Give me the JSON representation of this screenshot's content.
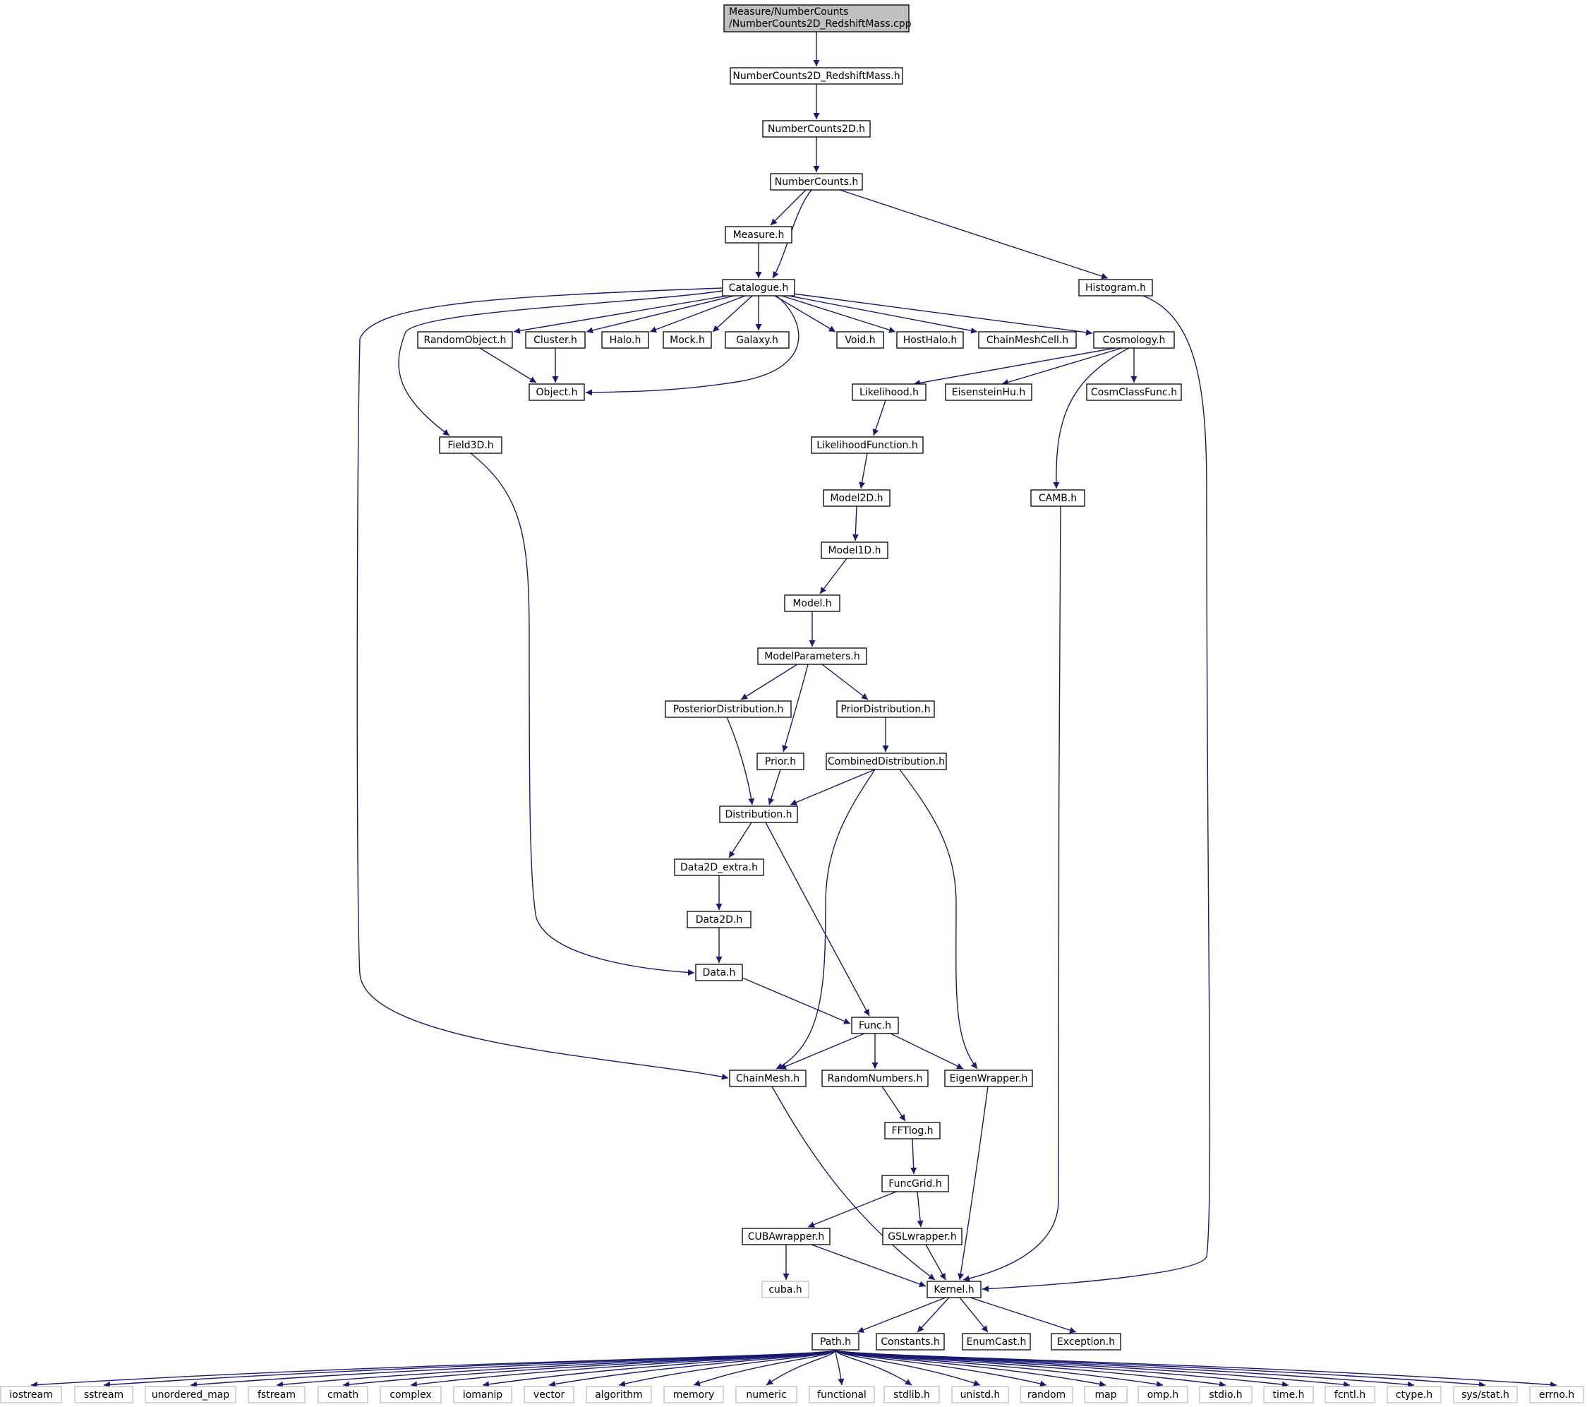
{
  "root": "Measure/NumberCounts\n/NumberCounts2D_RedshiftMass.cpp",
  "colors": {
    "edge": "#191970",
    "node_border": "#000000",
    "missing_border": "#bfbfbf",
    "root_fill": "#bfbfbf"
  },
  "nodes": {
    "root": "Measure/NumberCounts /NumberCounts2D_RedshiftMass.cpp",
    "nc2drm": "NumberCounts2D_RedshiftMass.h",
    "nc2d": "NumberCounts2D.h",
    "nc": "NumberCounts.h",
    "measure": "Measure.h",
    "catalogue": "Catalogue.h",
    "histogram": "Histogram.h",
    "randomobject": "RandomObject.h",
    "cluster": "Cluster.h",
    "halo": "Halo.h",
    "mock": "Mock.h",
    "galaxy": "Galaxy.h",
    "void": "Void.h",
    "hosthalo": "HostHalo.h",
    "chainmeshcell": "ChainMeshCell.h",
    "cosmology": "Cosmology.h",
    "object": "Object.h",
    "likelihood": "Likelihood.h",
    "eisensteinhu": "EisensteinHu.h",
    "cosmclassfunc": "CosmClassFunc.h",
    "field3d": "Field3D.h",
    "likelihoodfunction": "LikelihoodFunction.h",
    "model2d": "Model2D.h",
    "camb": "CAMB.h",
    "model1d": "Model1D.h",
    "model": "Model.h",
    "modelparameters": "ModelParameters.h",
    "posterior": "PosteriorDistribution.h",
    "prior_dist": "PriorDistribution.h",
    "prior": "Prior.h",
    "combined": "CombinedDistribution.h",
    "distribution": "Distribution.h",
    "data2dextra": "Data2D_extra.h",
    "data2d": "Data2D.h",
    "data": "Data.h",
    "func": "Func.h",
    "chainmesh": "ChainMesh.h",
    "randomnumbers": "RandomNumbers.h",
    "eigenwrapper": "EigenWrapper.h",
    "fftlog": "FFTlog.h",
    "funcgrid": "FuncGrid.h",
    "cubawrapper": "CUBAwrapper.h",
    "gslwrapper": "GSLwrapper.h",
    "cuba": "cuba.h",
    "kernel": "Kernel.h",
    "path": "Path.h",
    "constants": "Constants.h",
    "enumcast": "EnumCast.h",
    "exception": "Exception.h",
    "iostream": "iostream",
    "sstream": "sstream",
    "unordered_map": "unordered_map",
    "fstream": "fstream",
    "cmath": "cmath",
    "complex": "complex",
    "iomanip": "iomanip",
    "vector": "vector",
    "algorithm": "algorithm",
    "memory": "memory",
    "numeric": "numeric",
    "functional": "functional",
    "stdlib": "stdlib.h",
    "unistd": "unistd.h",
    "random": "random",
    "map": "map",
    "omp": "omp.h",
    "stdio": "stdio.h",
    "time": "time.h",
    "fcntl": "fcntl.h",
    "ctype": "ctype.h",
    "sysstat": "sys/stat.h",
    "errno": "errno.h"
  }
}
